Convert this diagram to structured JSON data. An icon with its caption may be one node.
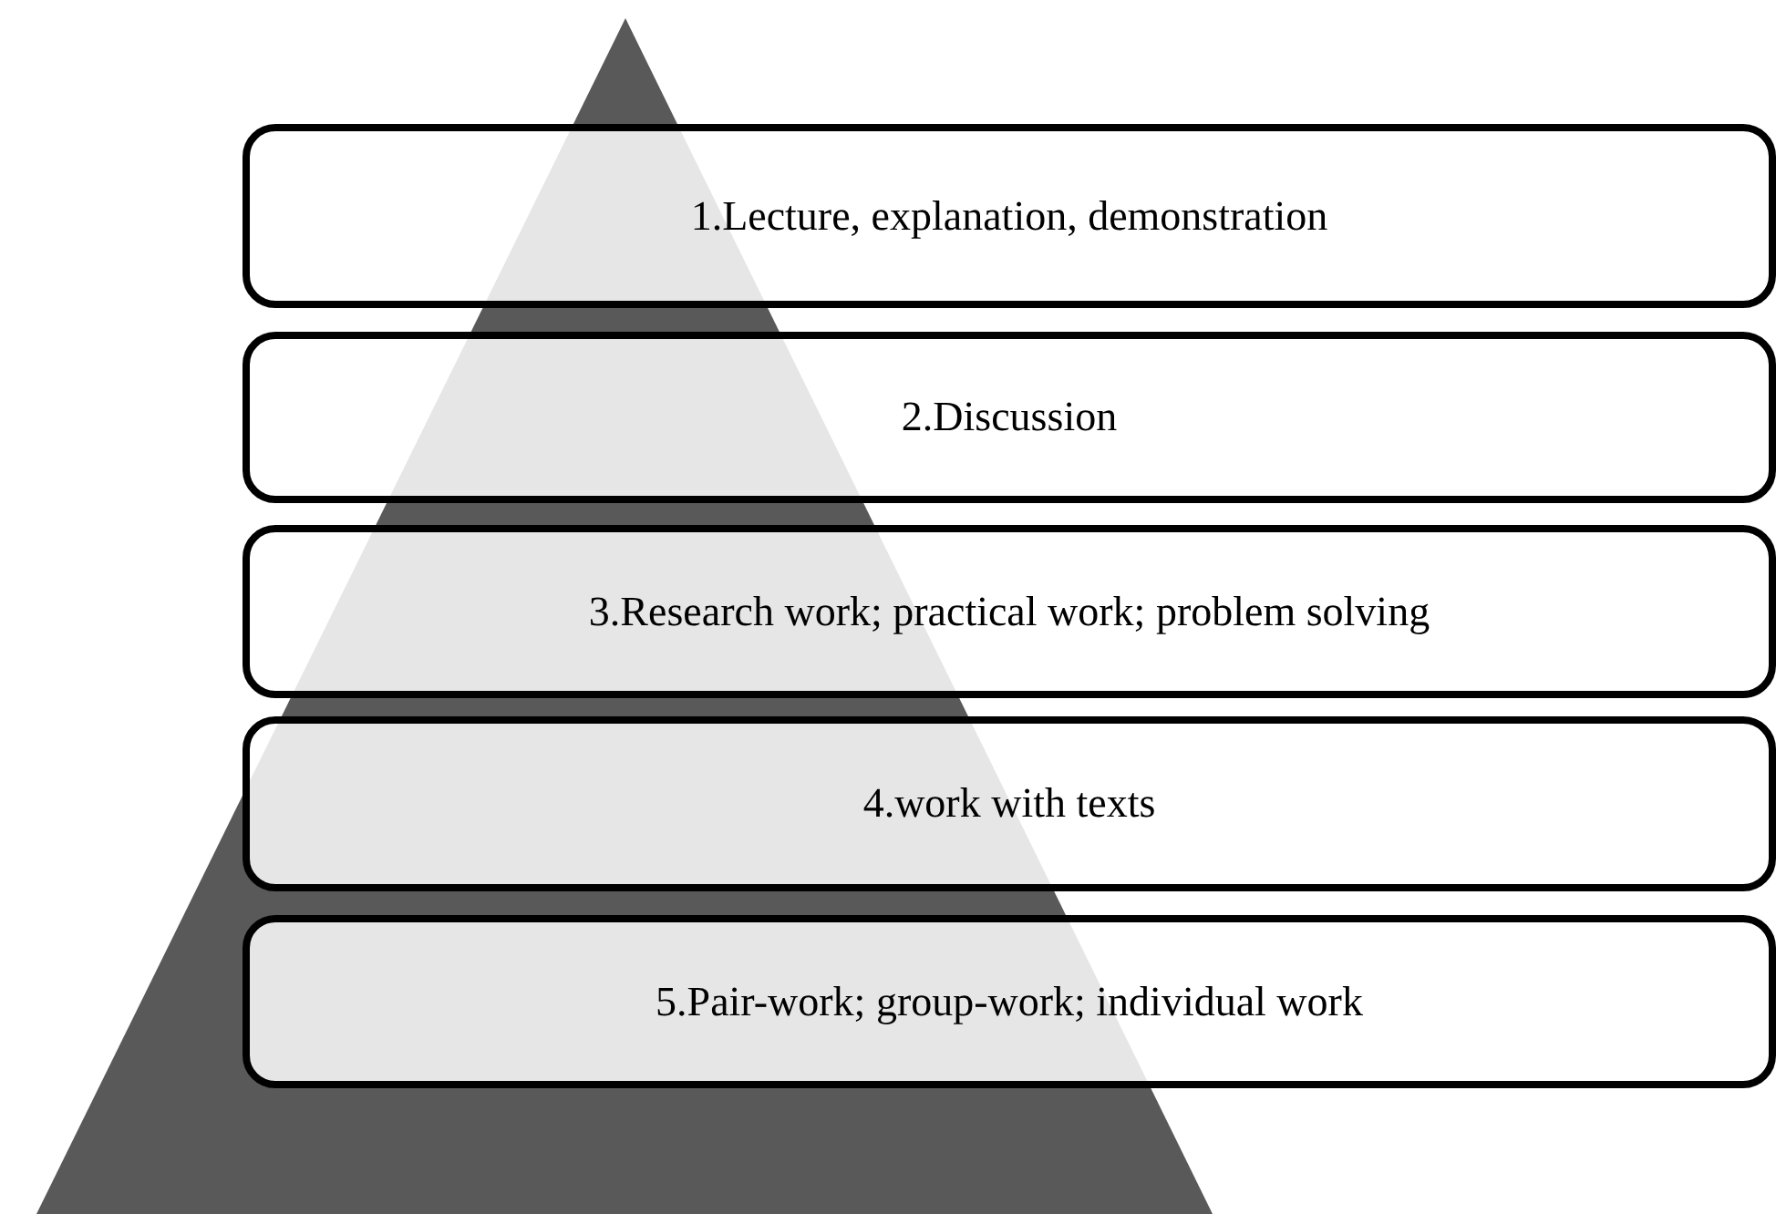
{
  "diagram": {
    "nodes": [
      {
        "text": [
          "1.Lecture, explanation, demonstration"
        ]
      },
      {
        "text": [
          "2.Discussion"
        ]
      },
      {
        "text": [
          "3.Research work; practical work; problem solving"
        ]
      },
      {
        "text": [
          "4.work with texts"
        ]
      },
      {
        "text": [
          "5.Pair-work; group-work; individual work"
        ]
      }
    ]
  }
}
